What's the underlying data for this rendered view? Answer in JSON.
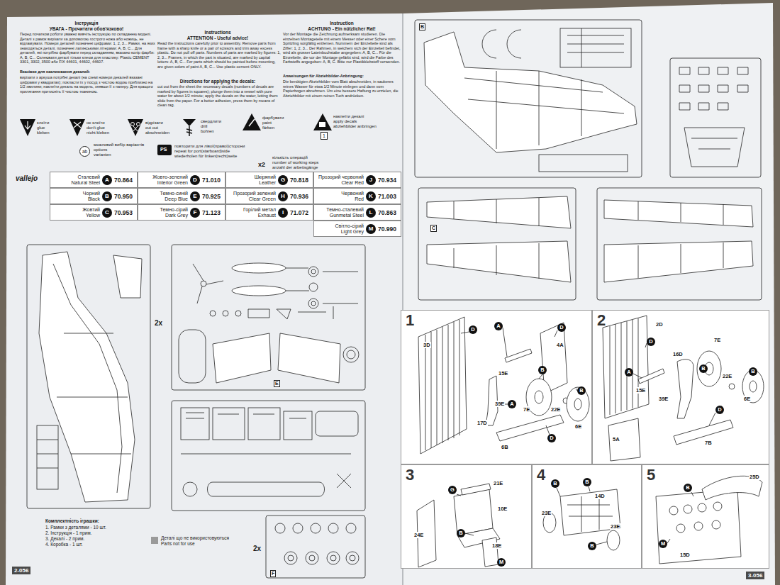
{
  "diagram": {
    "nodes": [
      {
        "text": [
          "Сталевий",
          "Natural Steel",
          "70.864"
        ]
      },
      {
        "text": [
          "A"
        ],
        "in": 0
      },
      {
        "text": [
          "Жовто-зелений",
          "Interior Green",
          "71.010"
        ]
      },
      {
        "text": [
          "D"
        ],
        "in": 2
      },
      {
        "text": [
          "Шкіряний",
          "Leather",
          "70.818"
        ]
      },
      {
        "text": [
          "G"
        ],
        "in": 4
      },
      {
        "text": [
          "Прозорий червоний",
          "Clear Red",
          "70.934"
        ]
      },
      {
        "text": [
          "J"
        ],
        "in": 6
      },
      {
        "text": [
          "Чорний",
          "Black",
          "70.950"
        ]
      },
      {
        "text": [
          "B"
        ],
        "in": 8
      },
      {
        "text": [
          "Темно-синій",
          "Deep Blue",
          "70.925"
        ]
      },
      {
        "text": [
          "E"
        ],
        "in": 10
      },
      {
        "text": [
          "Прозорий зелений",
          "Clear Green",
          "70.936"
        ]
      },
      {
        "text": [
          "H"
        ],
        "in": 12
      },
      {
        "text": [
          "Червоний",
          "Red",
          "71.003"
        ]
      },
      {
        "text": [
          "K"
        ],
        "in": 14
      },
      {
        "text": [
          "Жовтий",
          "Yellow",
          "70.953"
        ]
      },
      {
        "text": [
          "C"
        ],
        "in": 16
      },
      {
        "text": [
          "Темно-сірий",
          "Dark Grey",
          "71.123"
        ]
      },
      {
        "text": [
          "F"
        ],
        "in": 18
      },
      {
        "text": [
          "Горілий метал",
          "Exhaust",
          "71.072"
        ]
      },
      {
        "text": [
          "I"
        ],
        "in": 20
      },
      {
        "text": [
          "Темно-сталевий",
          "Gunmetal Steel",
          "70.863"
        ]
      },
      {
        "text": [
          "L"
        ],
        "in": 22
      },
      {
        "text": [
          "Світло-сірий",
          "Light Grey",
          "70.990"
        ]
      },
      {
        "text": [
          "M"
        ],
        "in": 24
      },
      {
        "text": [
          "1"
        ]
      },
      {
        "text": [
          "D"
        ],
        "in": 26
      },
      {
        "text": [
          "A"
        ],
        "in": 26
      },
      {
        "text": [
          "D"
        ],
        "in": 26
      },
      {
        "text": [
          "B"
        ],
        "in": 26
      },
      {
        "text": [
          "A"
        ],
        "in": 26
      },
      {
        "text": [
          "B"
        ],
        "in": 26
      },
      {
        "text": [
          "D"
        ],
        "in": 26
      },
      {
        "text": [
          "2"
        ]
      },
      {
        "text": [
          "D"
        ],
        "in": 34
      },
      {
        "text": [
          "B"
        ],
        "in": 34
      },
      {
        "text": [
          "A"
        ],
        "in": 34
      },
      {
        "text": [
          "B"
        ],
        "in": 34
      },
      {
        "text": [
          "D"
        ],
        "in": 34
      },
      {
        "text": [
          "3"
        ]
      },
      {
        "text": [
          "G"
        ],
        "in": 40
      },
      {
        "text": [
          "B"
        ],
        "in": 40
      },
      {
        "text": [
          "M"
        ],
        "in": 40
      },
      {
        "text": [
          "4"
        ]
      },
      {
        "text": [
          "B"
        ],
        "in": 44
      },
      {
        "text": [
          "B"
        ],
        "in": 44
      },
      {
        "text": [
          "B"
        ],
        "in": 44
      },
      {
        "text": [
          "5"
        ]
      },
      {
        "text": [
          "B"
        ],
        "in": 48
      },
      {
        "text": [
          "M"
        ],
        "in": 48
      }
    ],
    "labels": [
      "Інструкція",
      "УВАГА - Прочитати обов'язково!",
      "Перед початком роботи уважно вивчіть інструкцію по складанню моделі. Деталі з рамок вирізати за допомогою гострого ножа або ножиць, не відламувати. Номери деталей позначені цифрами: 1, 2, 3... Рамки, на яких знаходяться деталі, позначені латинськими літерами: A, B, C... Для деталей, які потрібно фарбувати перед складанням, вказано колір фарби: A, B, C... Склеювати деталі тільки клеєм для пластику: Plastic CEMENT 3301, 3302, 3500 або FIX 44601, 44602, 44607.",
      "Вказівки для наклеювання декалей:",
      "вирізати з аркуша потрібні декалі (на схемі номери декалей вказані цифрами у квадратах); покласти їх у посуд з чистою водою приблизно на 1/2 хвилини; наклеїти декаль на модель, знявши її з паперу. Для кращого прилягання притисніть її чистою тканиною.",
      "Instructions",
      "ATTENTION - Useful advice!",
      "Read the instructions carefully prior to assembly. Remove parts from frame with a sharp knife or a pair of scissors and trim away excess plastic. Do not pull off parts. Numbers of parts are marked by figures: 1, 2, 3... Frames, in which the part is situated, are marked by capital letters: A, B, C... For parts which should be painted before mounting, are given colors of paint A, B, C... Use plastic cement ONLY.",
      "Directions for applying the decals:",
      "cut out from the sheet the necessary decals (numbers of decals are marked by figures in squares); plunge them into a vessel with pure water for about 1/2 minute; apply the decals on the water, letting them slide from the paper. For a better adhesion, press them by means of clean rag.",
      "Instruction",
      "ACHTUNG - Ein nützlicher Rat!",
      "Vor der Montage die Zeichnung aufmerksam studieren. Die einzelnen Montageteile mit einem Messer oder einer Schere vom Spritzling sorgfältig entfernen. Nummern der Einzelteile sind als Ziffer: 1, 2, 3... Der Rahmen, in welchem sich der Einzelteil befindet, wird als grosser Lateinbuchstabe angegeben: A, B, C... Für die Einzelteile, die vor der Montage gefärbt sind, wird die Farbe des Farbstoffs angegeben: A, B, C. Bitte nur Plastikklebstoff verwenden.",
      "Anweisungen für Abziehbilder-Anbringung:",
      "Die benötigten Abziehbilder vom Blatt abschneiden, in sauberes reines Wasser für etwa 1/2 Minute einlegen und dann vom Papierbogen abnehmen. Um eine bessere Haftung zu erzielen, die Abziehbilder mit einem reinen Tuch andrücken.",
      "клеїти",
      "glue",
      "kleben",
      "не клеїти",
      "don't glue",
      "nicht kleben",
      "відрізати",
      "cut out",
      "abschneiden",
      "свердлити",
      "drill",
      "bohren",
      "фарбувати",
      "paint",
      "färben",
      "наклеїти декалі",
      "apply decals",
      "abziehbilder anbringen",
      "1",
      "ab",
      "можливий вибір варіантів",
      "options",
      "varianten",
      "PS",
      "повторити для лівої(правої)сторони",
      "repeat for port(starboard)side",
      "wiederholen für linken(recht)seite",
      "x2",
      "кількість операцій",
      "number of working steps",
      "anzahl der arbeitsgänge",
      "vallejo",
      "2x",
      "E",
      "2x",
      "F",
      "Комплектність іграшки:",
      "1. Рамки з деталями - 10 шт.",
      "2. Інструкція - 1 прим.",
      "3. Декалі - 2 прим.",
      "4. Коробка - 1 шт.",
      "Деталі що не використовуються",
      "Parts not for use",
      "2-056",
      "3-056",
      "B",
      "C",
      "3D",
      "15E",
      "4A",
      "39E",
      "17D",
      "7E",
      "22E",
      "6E",
      "6B",
      "2D",
      "7E",
      "16D",
      "22E",
      "15E",
      "39E",
      "6E",
      "5A",
      "7B",
      "21E",
      "10E",
      "24E",
      "18E",
      "14D",
      "23E",
      "23E",
      "25D",
      "15D"
    ]
  }
}
